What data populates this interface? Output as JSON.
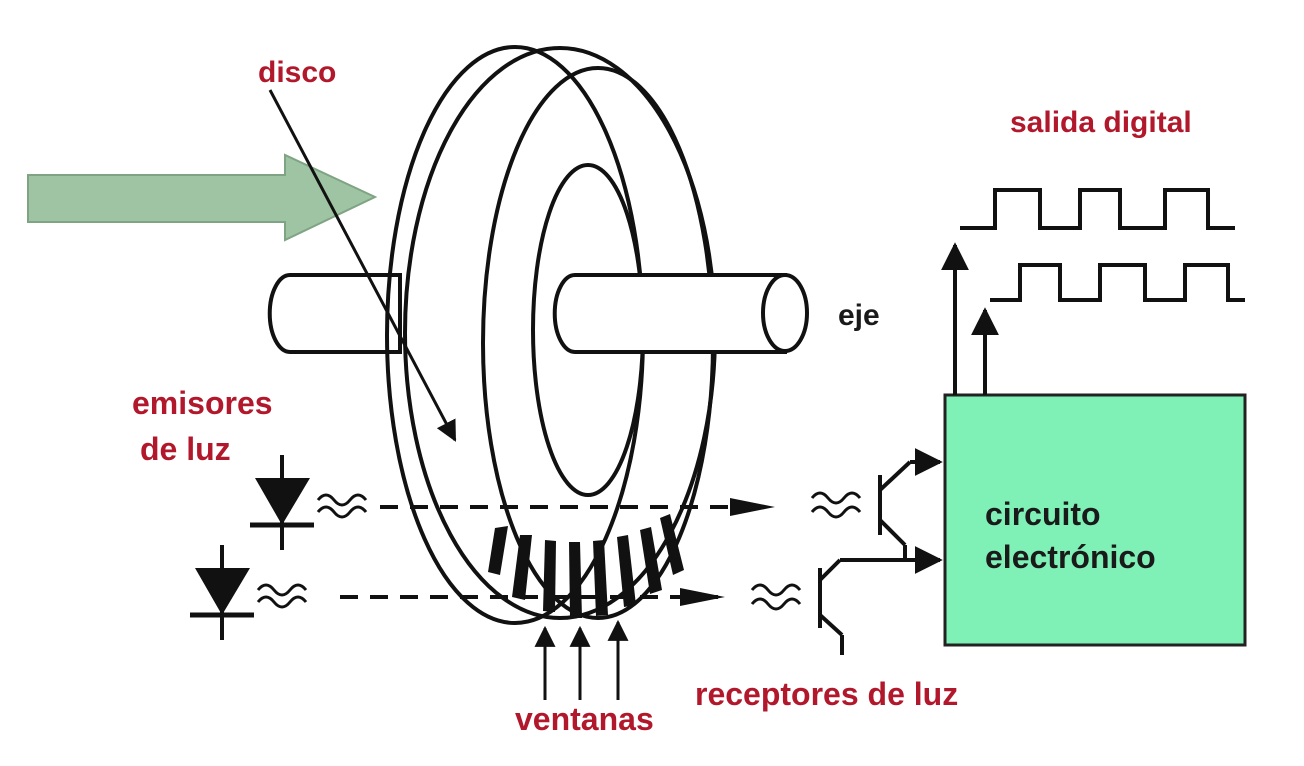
{
  "labels": {
    "disco": "disco",
    "salida_digital": "salida digital",
    "eje": "eje",
    "emisores_line1": "emisores",
    "emisores_line2": "de luz",
    "circuito_line1": "circuito",
    "circuito_line2": "electrónico",
    "receptores": "receptores de luz",
    "ventanas": "ventanas"
  },
  "colors": {
    "label_red": "#b2182b",
    "circuit_box": "#7ff0b6",
    "input_arrow": "#9fc4a3",
    "line": "#111111"
  }
}
